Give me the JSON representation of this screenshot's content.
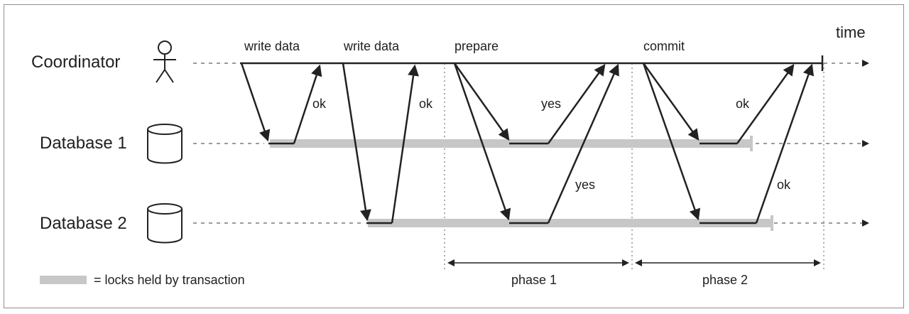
{
  "participants": {
    "coordinator": "Coordinator",
    "database1": "Database 1",
    "database2": "Database 2"
  },
  "axis": {
    "time_label": "time"
  },
  "messages": {
    "write_data_1": "write data",
    "write_data_2": "write data",
    "prepare": "prepare",
    "commit": "commit"
  },
  "responses": {
    "ok_1": "ok",
    "ok_2": "ok",
    "yes_1": "yes",
    "yes_2": "yes",
    "ok_3": "ok",
    "ok_4": "ok"
  },
  "phases": {
    "phase1": "phase 1",
    "phase2": "phase 2"
  },
  "legend": {
    "locks": "= locks held by transaction"
  },
  "icons": {
    "coordinator": "stick-figure-icon",
    "database": "database-cylinder-icon"
  },
  "colors": {
    "text": "#1f1f1f",
    "line": "#222222",
    "lock": "#c7c7c7",
    "guide": "#7a7a7a",
    "frame": "#8f8f8f"
  }
}
